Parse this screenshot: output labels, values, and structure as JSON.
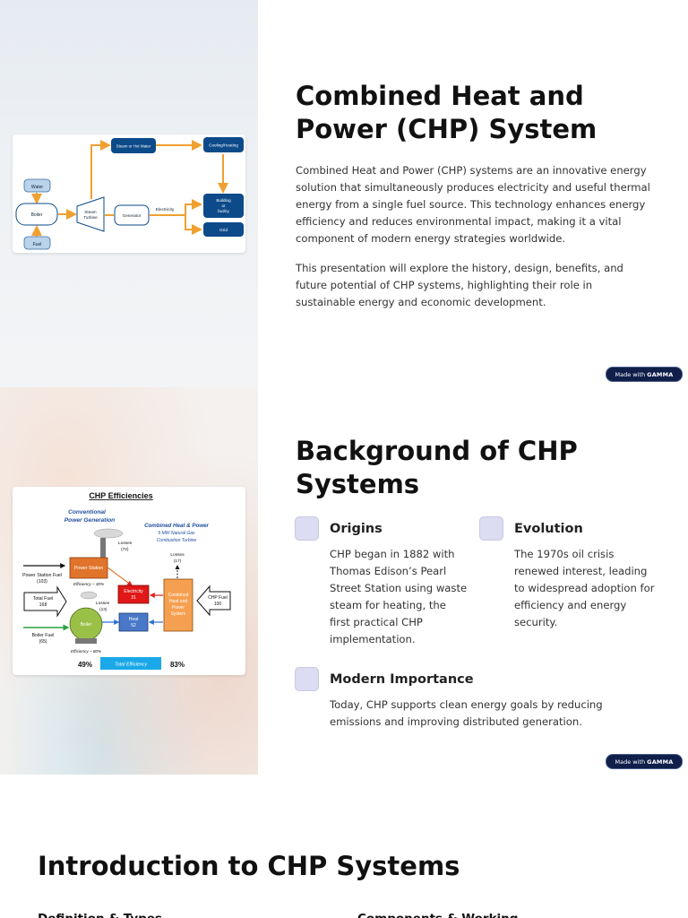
{
  "slide1": {
    "title": "Combined Heat and Power (CHP) System",
    "para1": "Combined Heat and Power (CHP) systems are an innovative energy solution that simultaneously produces electricity and useful thermal energy from a single fuel source. This technology enhances energy efficiency and reduces environmental impact, making it a vital component of modern energy strategies worldwide.",
    "para2": "This presentation will explore the history, design, benefits, and future potential of CHP systems, highlighting their role in sustainable energy and economic development.",
    "badge_prefix": "Made with",
    "badge_brand": "GAMMA",
    "diagram": {
      "water": "Water",
      "boiler": "Boiler",
      "fuel": "Fuel",
      "turbine_line1": "Steam",
      "turbine_line2": "Turbine",
      "generator": "Generator",
      "electricity": "Electricity",
      "steam_hot_water": "Steam or Hot Water",
      "cooling_heating": "Cooling/Heating",
      "building_line1": "Building",
      "building_line2": "or",
      "building_line3": "facility",
      "grid": "Grid",
      "colors": {
        "box_blue": "#0d4a8a",
        "light_box": "#b9d3ea",
        "arrow": "#f0a030"
      }
    }
  },
  "slide2": {
    "title": "Background of CHP Systems",
    "features": [
      {
        "icon": "feature-icon",
        "heading": "Origins",
        "body": "CHP began in 1882 with Thomas Edison’s Pearl Street Station using waste steam for heating, the first practical CHP implementation."
      },
      {
        "icon": "feature-icon",
        "heading": "Evolution",
        "body": "The 1970s oil crisis renewed interest, leading to widespread adoption for efficiency and energy security."
      },
      {
        "icon": "feature-icon",
        "heading": "Modern Importance",
        "body": "Today, CHP supports clean energy goals by reducing emissions and improving distributed generation."
      }
    ],
    "badge_prefix": "Made with",
    "badge_brand": "GAMMA",
    "figure": {
      "title": "CHP Efficiencies",
      "conv_line1": "Conventional",
      "conv_line2": "Power Generation",
      "chp_line1": "Combined Heat & Power",
      "chp_line2": "5 MW Natural Gas",
      "chp_line3": "Combustion Turbine",
      "losses72_line1": "Losses",
      "losses72_line2": "(72)",
      "losses17_line1": "Losses",
      "losses17_line2": "(17)",
      "losses13_line1": "Losses",
      "losses13_line2": "(13)",
      "power_station_fuel_line1": "Power Station Fuel",
      "power_station_fuel_line2": "(103)",
      "power_station": "Power Station",
      "efficiency30": "Efficiency ~ 30%",
      "total_fuel_line1": "Total Fuel",
      "total_fuel_line2": "168",
      "electricity_line1": "Electricity",
      "electricity_line2": "31",
      "chp_box_line1": "Combined",
      "chp_box_line2": "Heat and",
      "chp_box_line3": "Power",
      "chp_box_line4": "System",
      "chp_fuel_line1": "CHP Fuel",
      "chp_fuel_line2": "100",
      "boiler": "Boiler",
      "heat_line1": "Heat",
      "heat_line2": "52",
      "boiler_fuel_line1": "Boiler Fuel",
      "boiler_fuel_line2": "(65)",
      "efficiency80": "Efficiency ~ 80%",
      "pct_left": "49%",
      "total_efficiency": "Total Efficiency",
      "pct_right": "83%"
    }
  },
  "slide3": {
    "title": "Introduction to CHP Systems",
    "col1_heading": "Definition & Types",
    "col2_heading": "Components & Working"
  }
}
